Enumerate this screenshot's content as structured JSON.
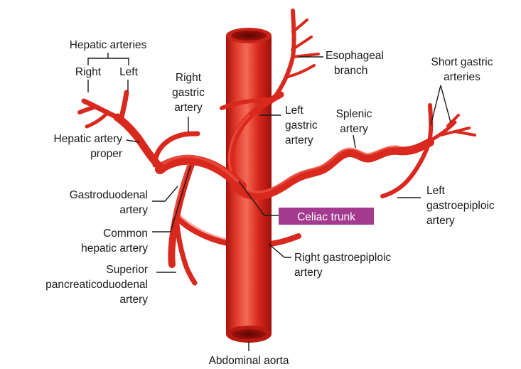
{
  "colors": {
    "artery": "#d9291e",
    "artery_highlight": "#f0614f",
    "artery_shadow": "#a8130d",
    "celiac_label_bg": "#a33a8e",
    "label_text": "#1a1a1a"
  },
  "labels": {
    "hepatic_arteries": "Hepatic arteries",
    "right": "Right",
    "left": "Left",
    "right_gastric_1": "Right",
    "right_gastric_2": "gastric",
    "right_gastric_3": "artery",
    "esophageal_1": "Esophageal",
    "esophageal_2": "branch",
    "short_gastric_1": "Short gastric",
    "short_gastric_2": "arteries",
    "left_gastric_1": "Left",
    "left_gastric_2": "gastric",
    "left_gastric_3": "artery",
    "splenic_1": "Splenic",
    "splenic_2": "artery",
    "hepatic_proper_1": "Hepatic artery",
    "hepatic_proper_2": "proper",
    "gastroduodenal_1": "Gastroduodenal",
    "gastroduodenal_2": "artery",
    "common_hepatic_1": "Common",
    "common_hepatic_2": "hepatic artery",
    "celiac_trunk": "Celiac trunk",
    "left_gastroepiploic_1": "Left",
    "left_gastroepiploic_2": "gastroepiploic",
    "left_gastroepiploic_3": "artery",
    "right_gastroepiploic_1": "Right gastroepiploic",
    "right_gastroepiploic_2": "artery",
    "superior_pancreatico_1": "Superior",
    "superior_pancreatico_2": "pancreaticoduodenal",
    "superior_pancreatico_3": "artery",
    "abdominal_aorta": "Abdominal aorta"
  }
}
